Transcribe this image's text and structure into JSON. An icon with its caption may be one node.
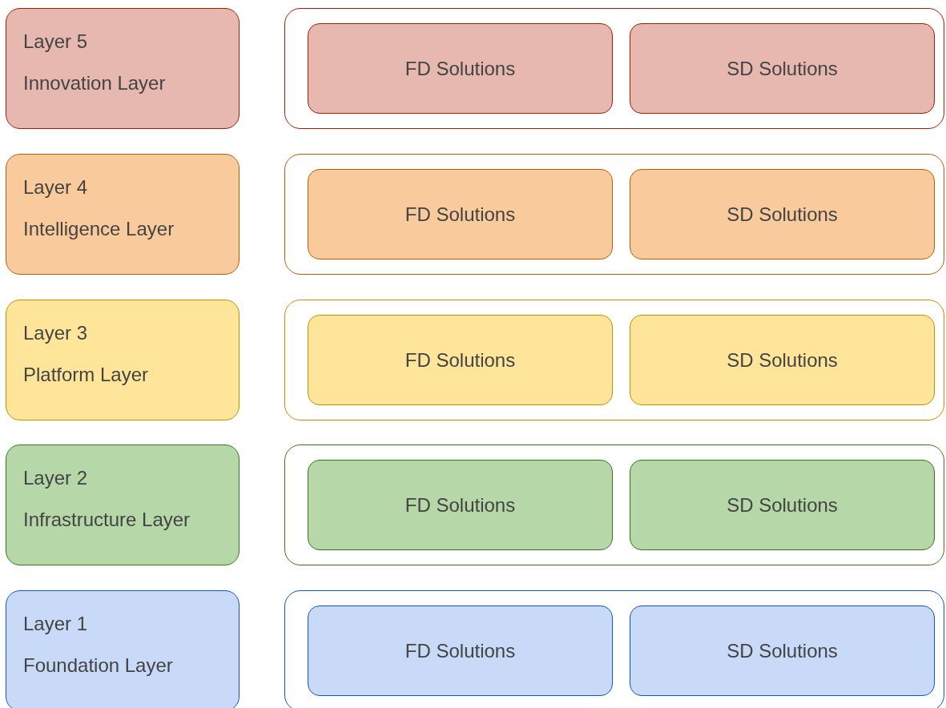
{
  "diagram": {
    "nodes": [
      {
        "text": [
          "Layer 5",
          "Innovation Layer"
        ]
      },
      {
        "text": [],
        "shape": "box"
      },
      {
        "text": [
          "FD Solutions"
        ],
        "in": 1
      },
      {
        "text": [
          "SD Solutions"
        ],
        "in": 1
      },
      {
        "text": [
          "Layer 4",
          "Intelligence Layer"
        ]
      },
      {
        "text": [],
        "shape": "box"
      },
      {
        "text": [
          "FD Solutions"
        ],
        "in": 5
      },
      {
        "text": [
          "SD Solutions"
        ],
        "in": 5
      },
      {
        "text": [
          "Layer 3",
          "Platform Layer"
        ]
      },
      {
        "text": [],
        "shape": "box"
      },
      {
        "text": [
          "FD Solutions"
        ],
        "in": 9
      },
      {
        "text": [
          "SD Solutions"
        ],
        "in": 9
      },
      {
        "text": [
          "Layer 2",
          "Infrastructure Layer"
        ]
      },
      {
        "text": [],
        "shape": "box"
      },
      {
        "text": [
          "FD Solutions"
        ],
        "in": 13
      },
      {
        "text": [
          "SD Solutions"
        ],
        "in": 13
      },
      {
        "text": [
          "Layer 1",
          "Foundation Layer"
        ]
      },
      {
        "text": [],
        "shape": "box"
      },
      {
        "text": [
          "FD Solutions"
        ],
        "in": 17
      },
      {
        "text": [
          "SD Solutions"
        ],
        "in": 17
      }
    ]
  }
}
